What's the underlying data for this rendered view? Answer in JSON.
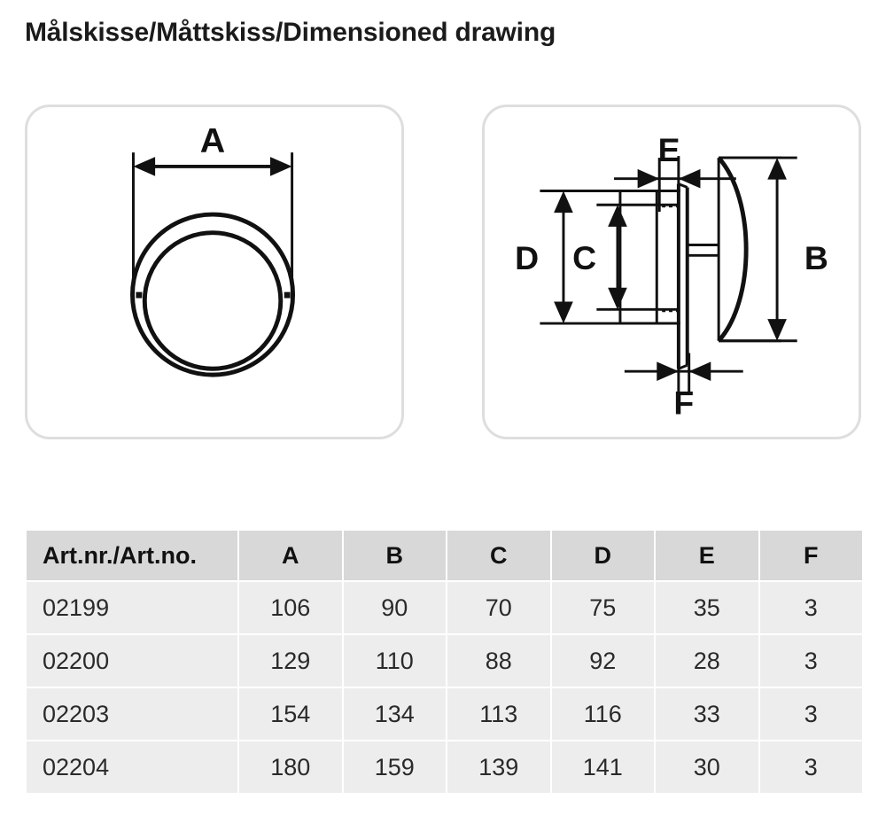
{
  "title": "Målskisse/Måttskiss/Dimensioned drawing",
  "drawings": {
    "front_view": {
      "name": "front-view-drawing",
      "description": "Circular vent front view",
      "dimension_labels": [
        "A"
      ]
    },
    "section_view": {
      "name": "section-view-drawing",
      "description": "Vent side section view",
      "dimension_labels": [
        "E",
        "D",
        "C",
        "B",
        "F"
      ]
    },
    "labels": {
      "a": "A",
      "b": "B",
      "c": "C",
      "d": "D",
      "e": "E",
      "f": "F"
    }
  },
  "table": {
    "headers": [
      "Art.nr./Art.no.",
      "A",
      "B",
      "C",
      "D",
      "E",
      "F"
    ],
    "rows": [
      {
        "art": "02199",
        "a": "106",
        "b": "90",
        "c": "70",
        "d": "75",
        "e": "35",
        "f": "3"
      },
      {
        "art": "02200",
        "a": "129",
        "b": "110",
        "c": "88",
        "d": "92",
        "e": "28",
        "f": "3"
      },
      {
        "art": "02203",
        "a": "154",
        "b": "134",
        "c": "113",
        "d": "116",
        "e": "33",
        "f": "3"
      },
      {
        "art": "02204",
        "a": "180",
        "b": "159",
        "c": "139",
        "d": "141",
        "e": "30",
        "f": "3"
      }
    ]
  },
  "colors": {
    "panel_border": "#dedede",
    "header_bg": "#d8d8d8",
    "cell_bg": "#ededed",
    "ink": "#111111",
    "page_bg": "#ffffff"
  }
}
